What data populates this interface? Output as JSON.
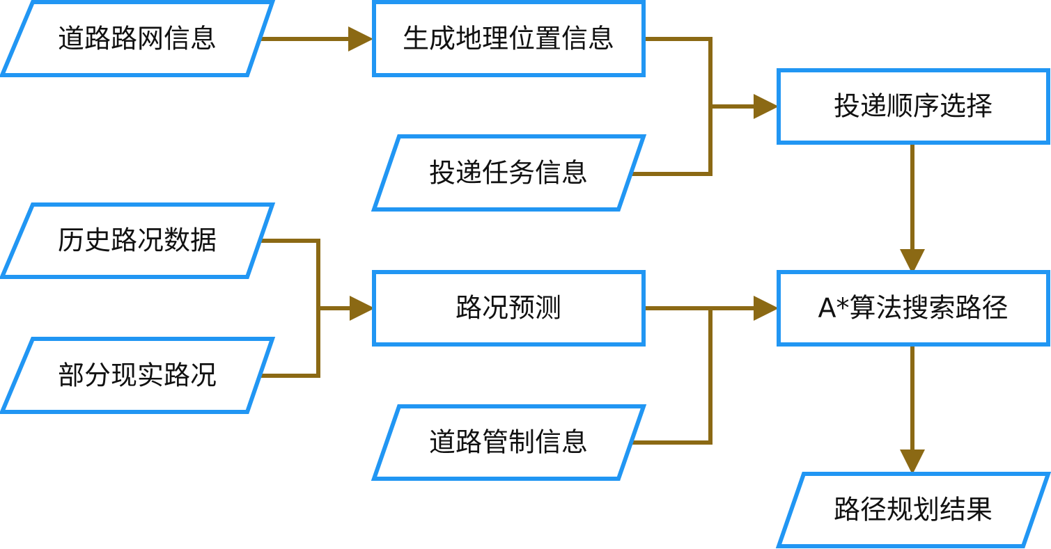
{
  "colors": {
    "node_border": "#2196f3",
    "connector": "#8b6914",
    "text": "#111111",
    "background": "#ffffff"
  },
  "nodes": {
    "road_network": {
      "label": "道路路网信息",
      "shape": "parallelogram"
    },
    "geo_info": {
      "label": "生成地理位置信息",
      "shape": "rectangle"
    },
    "delivery_task": {
      "label": "投递任务信息",
      "shape": "parallelogram"
    },
    "delivery_order": {
      "label": "投递顺序选择",
      "shape": "rectangle"
    },
    "history_traffic": {
      "label": "历史路况数据",
      "shape": "parallelogram"
    },
    "partial_traffic": {
      "label": "部分现实路况",
      "shape": "parallelogram"
    },
    "traffic_predict": {
      "label": "路况预测",
      "shape": "rectangle"
    },
    "road_control": {
      "label": "道路管制信息",
      "shape": "parallelogram"
    },
    "astar_search": {
      "label": "A*算法搜索路径",
      "shape": "rectangle"
    },
    "route_result": {
      "label": "路径规划结果",
      "shape": "parallelogram"
    }
  },
  "edges": [
    {
      "from": "road_network",
      "to": "geo_info"
    },
    {
      "from": "geo_info",
      "to": "delivery_order"
    },
    {
      "from": "delivery_task",
      "to": "delivery_order"
    },
    {
      "from": "delivery_order",
      "to": "astar_search"
    },
    {
      "from": "history_traffic",
      "to": "traffic_predict"
    },
    {
      "from": "partial_traffic",
      "to": "traffic_predict"
    },
    {
      "from": "traffic_predict",
      "to": "astar_search"
    },
    {
      "from": "road_control",
      "to": "astar_search"
    },
    {
      "from": "astar_search",
      "to": "route_result"
    }
  ]
}
